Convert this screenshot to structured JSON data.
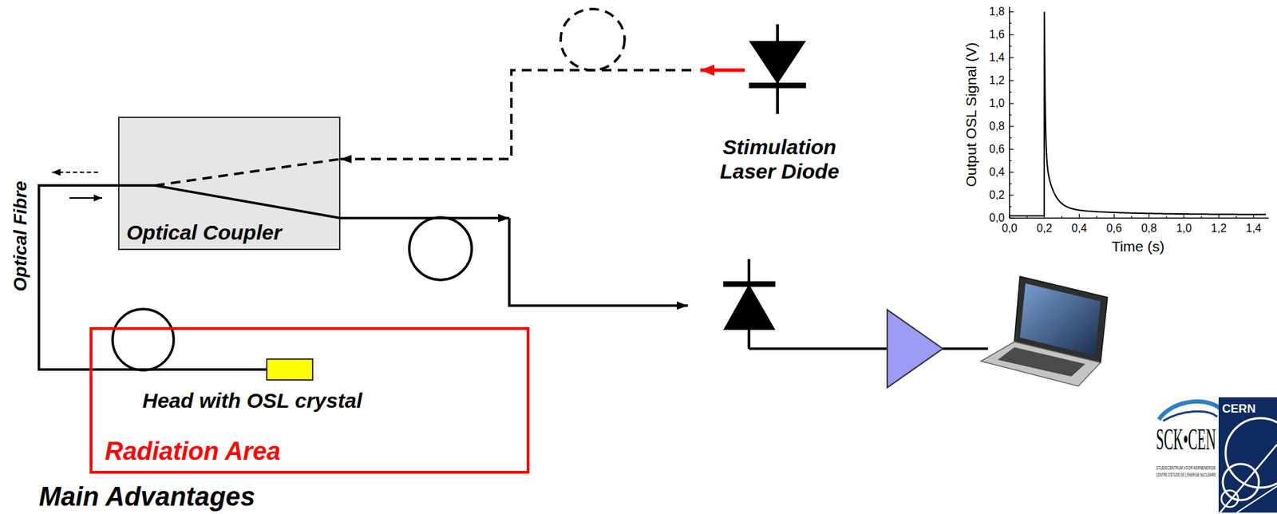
{
  "diagram": {
    "nodes": [
      {
        "text": [
          "Optical Coupler"
        ]
      },
      {
        "text": [
          "Radiation Area"
        ]
      },
      {
        "text": [
          "Head with OSL crystal"
        ],
        "in": 1
      },
      {
        "text": [
          "Stimulation Laser Diode"
        ]
      }
    ],
    "edges": [
      {
        "from": 3,
        "to": 0,
        "arrow": "to"
      },
      {
        "from": 0,
        "to": 2,
        "arrow": "none"
      }
    ],
    "labels": [
      "Optical Fibre",
      "0,0",
      "0,2",
      "0,4",
      "0,6",
      "0,8",
      "1,0",
      "1,2",
      "1,4",
      "1,6",
      "1,8",
      "0,0",
      "0,2",
      "0,4",
      "0,6",
      "0,8",
      "1,0",
      "1,2",
      "1,4",
      "Time (s)",
      "Output OSL Signal (V)",
      "SCK•CEN",
      "STUDIECENTRUM VOOR KERNENERGIE",
      "CENTRE D'ÉTUDE DE L'ÉNERGIE NUCLÉAIRE",
      "CERN",
      "Main Advantages"
    ]
  }
}
